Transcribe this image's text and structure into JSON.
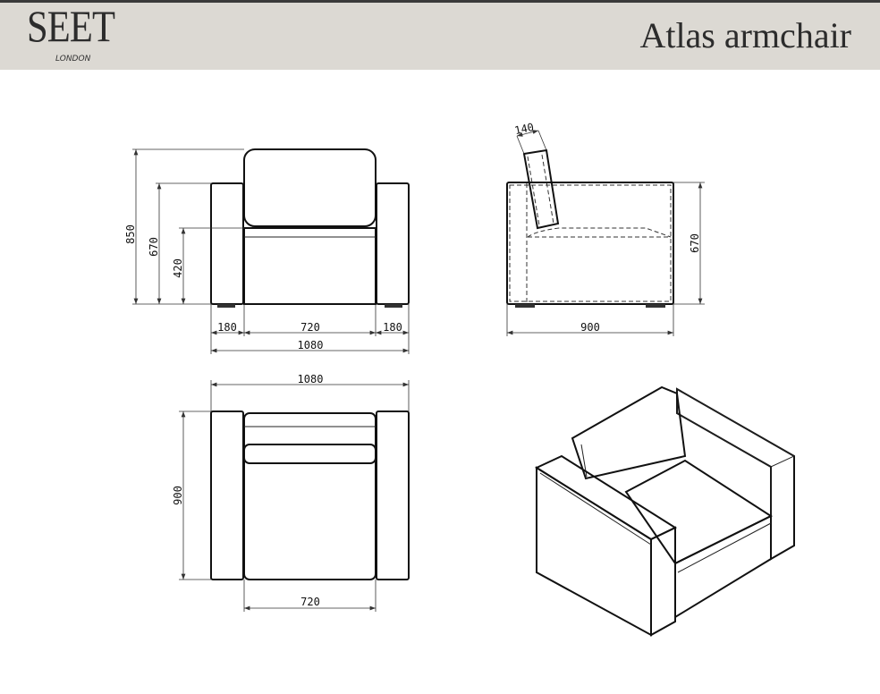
{
  "header": {
    "brand": "SEET",
    "brand_sub": "LONDON",
    "title": "Atlas armchair"
  },
  "front_view": {
    "height_total": "850",
    "height_arm": "670",
    "height_seat": "420",
    "width_arm_left": "180",
    "width_seat": "720",
    "width_arm_right": "180",
    "width_total": "1080"
  },
  "side_view": {
    "back_thickness": "140",
    "height_arm": "670",
    "depth": "900"
  },
  "top_view": {
    "width_total": "1080",
    "depth": "900",
    "width_seat": "720"
  }
}
